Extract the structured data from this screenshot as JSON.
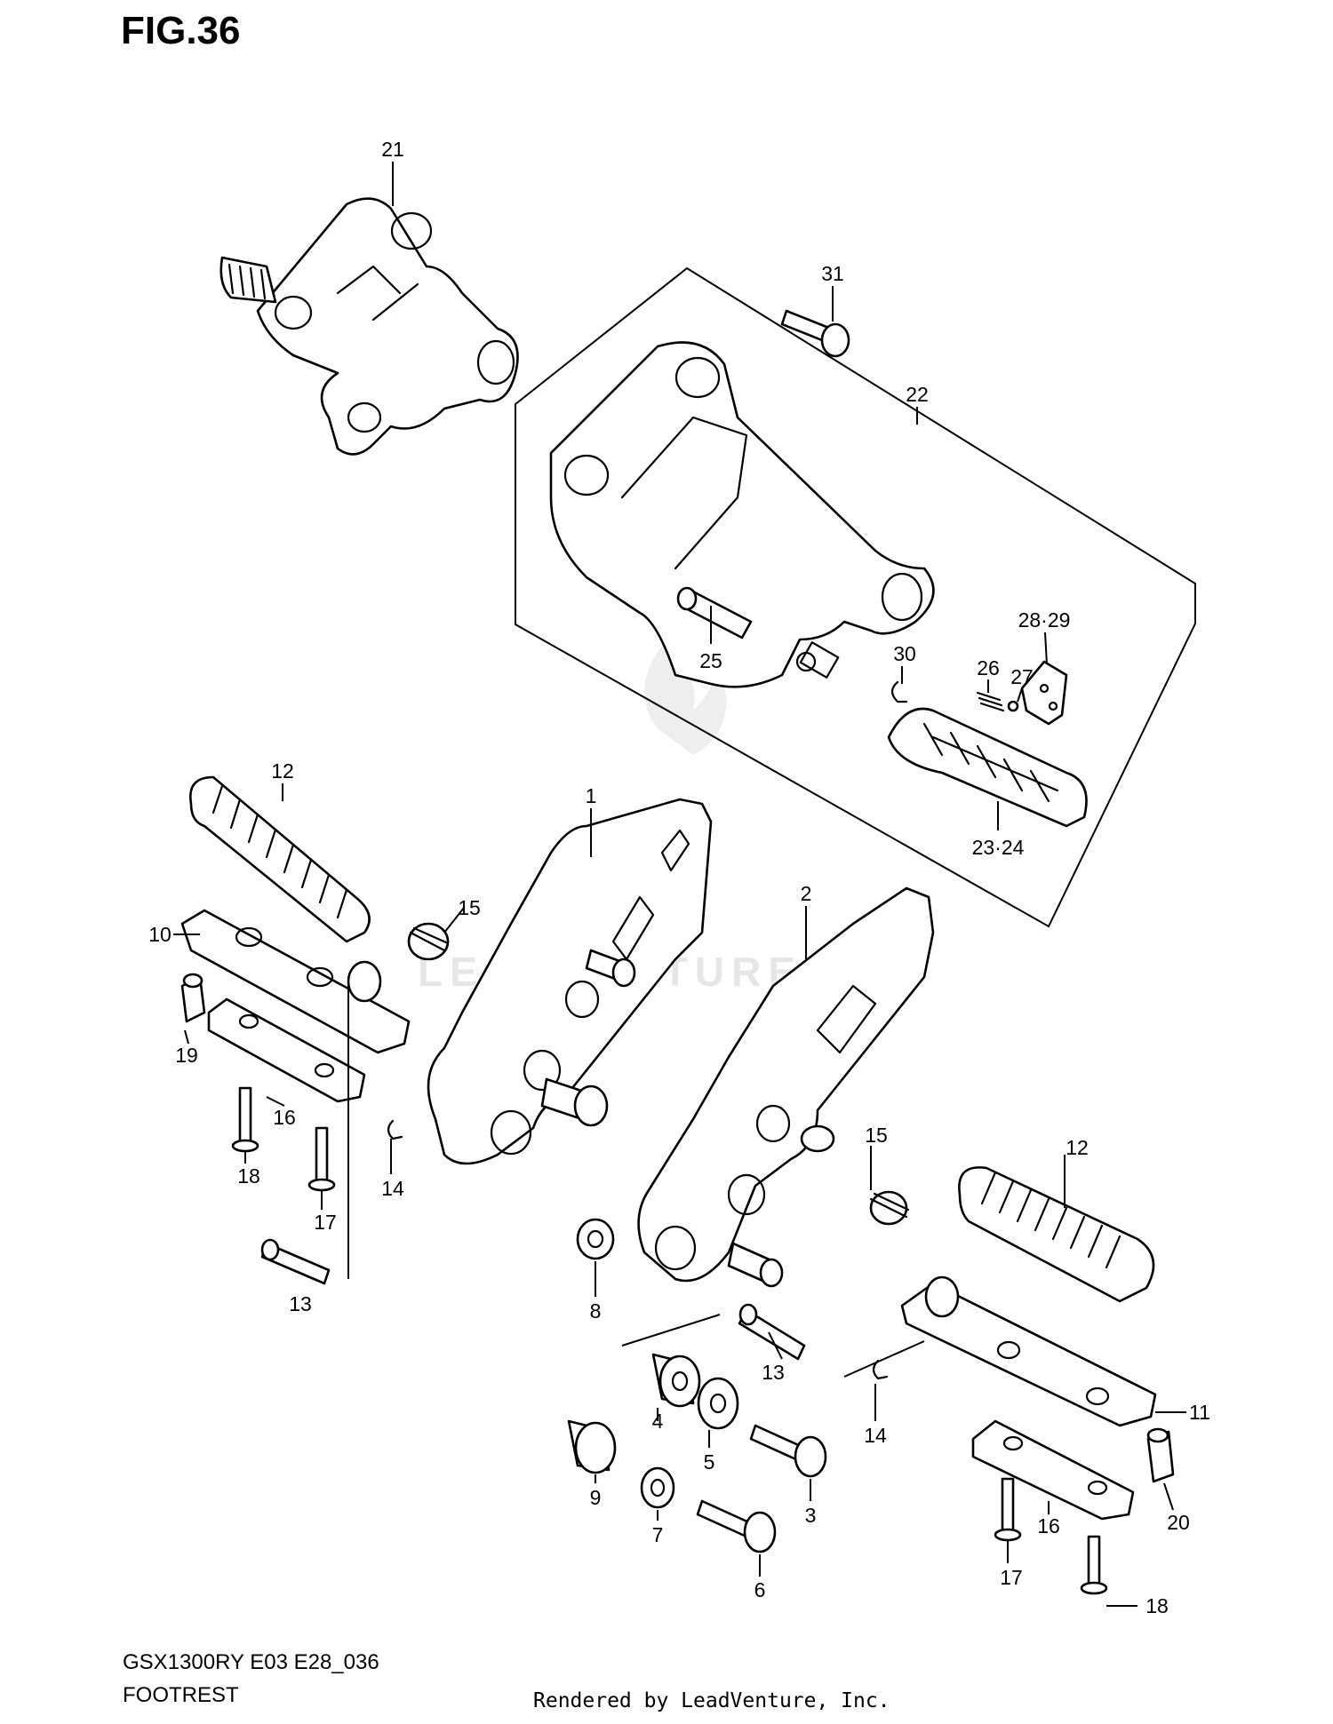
{
  "figure_title": "FIG.36",
  "model_code": "GSX1300RY E03 E28_036",
  "section_name": "FOOTREST",
  "rendered_by": "Rendered by LeadVenture, Inc.",
  "watermark": "LEADVENTURE",
  "callouts": {
    "c1": "1",
    "c2": "2",
    "c3": "3",
    "c4": "4",
    "c5": "5",
    "c6": "6",
    "c7": "7",
    "c8": "8",
    "c9": "9",
    "c10": "10",
    "c11": "11",
    "c12a": "12",
    "c12b": "12",
    "c13a": "13",
    "c13b": "13",
    "c14a": "14",
    "c14b": "14",
    "c15a": "15",
    "c15b": "15",
    "c16a": "16",
    "c16b": "16",
    "c17a": "17",
    "c17b": "17",
    "c18a": "18",
    "c18b": "18",
    "c19": "19",
    "c20": "20",
    "c21": "21",
    "c22": "22",
    "c2324": "23·24",
    "c25": "25",
    "c26": "26",
    "c27": "27",
    "c2829": "28·29",
    "c30": "30",
    "c31": "31"
  }
}
